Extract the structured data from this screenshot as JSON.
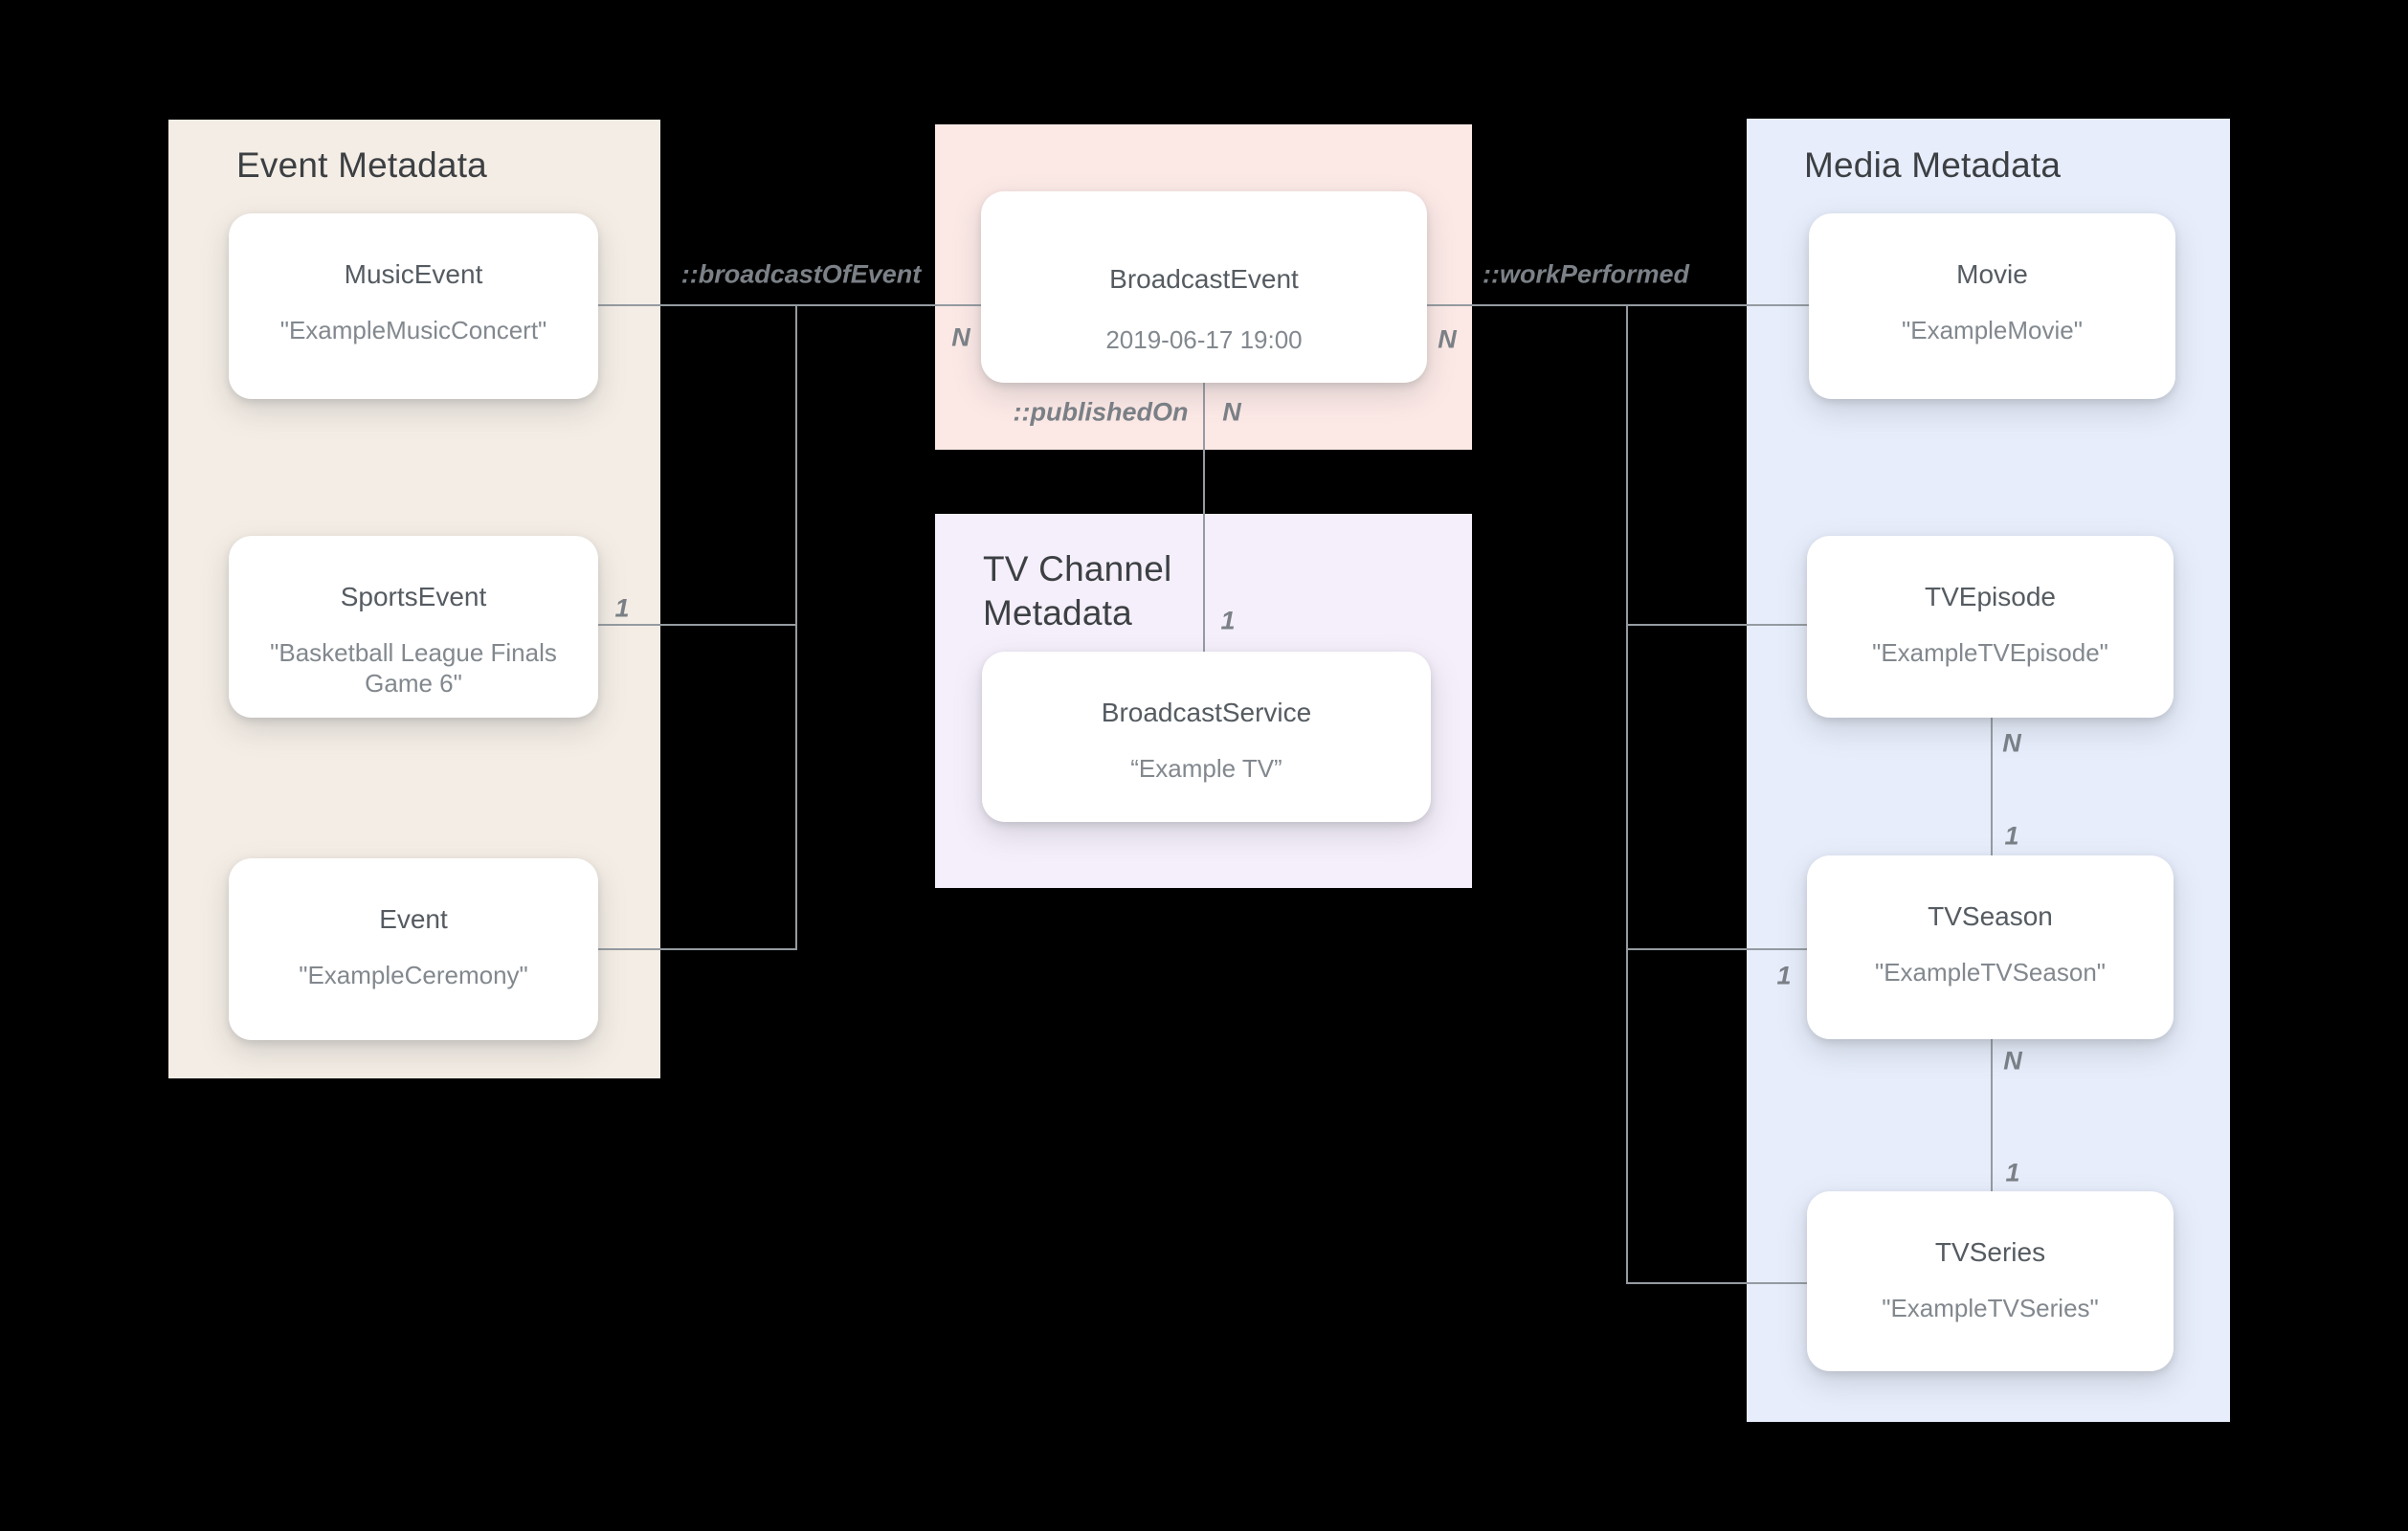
{
  "panels": {
    "event": {
      "heading": "Event Metadata",
      "cards": [
        {
          "title": "MusicEvent",
          "value": "\"ExampleMusicConcert\""
        },
        {
          "title": "SportsEvent",
          "value": "\"Basketball League Finals Game 6\""
        },
        {
          "title": "Event",
          "value": "\"ExampleCeremony\""
        }
      ]
    },
    "broadcast": {
      "cards": [
        {
          "title": "BroadcastEvent",
          "value": "2019-06-17 19:00"
        }
      ]
    },
    "tv_channel": {
      "heading": "TV Channel Metadata",
      "cards": [
        {
          "title": "BroadcastService",
          "value": "“Example TV”"
        }
      ]
    },
    "media": {
      "heading": "Media Metadata",
      "cards": [
        {
          "title": "Movie",
          "value": "\"ExampleMovie\""
        },
        {
          "title": "TVEpisode",
          "value": "\"ExampleTVEpisode\""
        },
        {
          "title": "TVSeason",
          "value": "\"ExampleTVSeason\""
        },
        {
          "title": "TVSeries",
          "value": "\"ExampleTVSeries\""
        }
      ]
    }
  },
  "relations": {
    "broadcast_of_event": {
      "label": "::broadcastOfEvent",
      "n": "N",
      "one": "1"
    },
    "work_performed": {
      "label": "::workPerformed",
      "n": "N",
      "one": "1"
    },
    "published_on": {
      "label": "::publishedOn",
      "n": "N",
      "one": "1"
    },
    "episode_to_season": {
      "n": "N",
      "one": "1"
    },
    "season_to_series": {
      "n": "N",
      "one": "1"
    }
  },
  "colors": {
    "background": "#000000",
    "panel_event": "#F4EDE5",
    "panel_broadcast": "#FCE9E6",
    "panel_tv_channel": "#F5EFFB",
    "panel_media": "#E7EDFB",
    "card_bg": "#FFFFFF",
    "heading_text": "#3C4043",
    "card_title_text": "#555B61",
    "card_value_text": "#82888E",
    "relation_text": "#7B8187",
    "line": "#959BA1"
  }
}
